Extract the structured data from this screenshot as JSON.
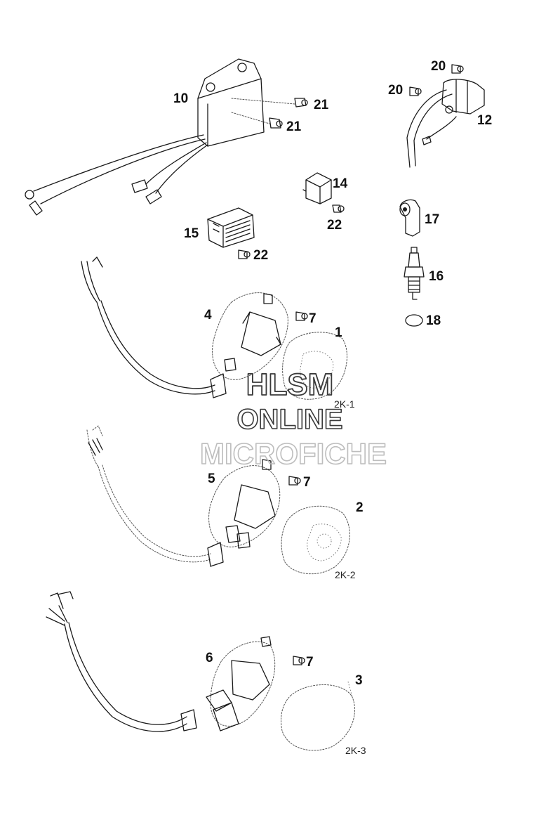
{
  "colors": {
    "background": "#ffffff",
    "ink": "#1a1a1a",
    "watermark_primary": "#3a3a3a",
    "watermark_secondary": "#bdbdbd"
  },
  "callouts": {
    "c10": "10",
    "c21a": "21",
    "c21b": "21",
    "c20a": "20",
    "c20b": "20",
    "c12": "12",
    "c14": "14",
    "c22a": "22",
    "c15": "15",
    "c22b": "22",
    "c17": "17",
    "c16": "16",
    "c18": "18",
    "c4": "4",
    "c7a": "7",
    "c1": "1",
    "c5": "5",
    "c7b": "7",
    "c2": "2",
    "c6": "6",
    "c7c": "7",
    "c3": "3"
  },
  "sub_refs": {
    "k1": "2K-1",
    "k2": "2K-2",
    "k3": "2K-3"
  },
  "watermark": {
    "line1": "HLSM",
    "line2": "ONLINE",
    "line3": "MICROFICHE"
  }
}
